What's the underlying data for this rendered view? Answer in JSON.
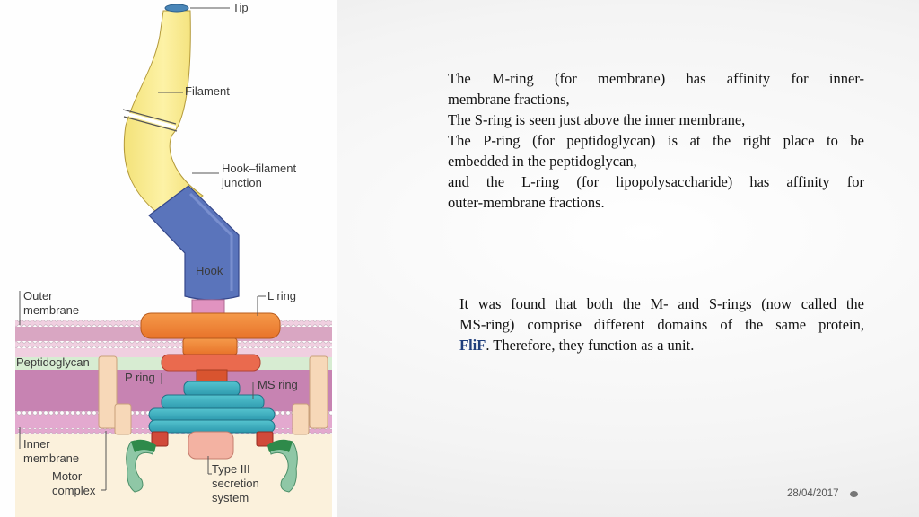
{
  "figure": {
    "labels": {
      "tip": "Tip",
      "filament": "Filament",
      "hook_filament_junction": [
        "Hook–filament",
        "junction"
      ],
      "hook": "Hook",
      "l_ring": "L ring",
      "outer_membrane": [
        "Outer",
        "membrane"
      ],
      "peptidoglycan": "Peptidoglycan",
      "p_ring": "P ring",
      "ms_ring": "MS ring",
      "inner_membrane": [
        "Inner",
        "membrane"
      ],
      "motor_complex": [
        "Motor",
        "complex"
      ],
      "type3": [
        "Type III",
        "secretion",
        "system"
      ]
    }
  },
  "text": {
    "para1_lines": [
      "The M-ring (for membrane) has affinity for inner-",
      "membrane fractions,",
      "The S-ring is seen just above the inner membrane,",
      "The P-ring (for peptidoglycan) is at the right place to be",
      "embedded in the peptidoglycan,",
      "and the L-ring (for lipopolysaccharide) has affinity for",
      "outer-membrane fractions."
    ],
    "para2_lines": [
      "It was found that both the M- and S-rings (now called the",
      "MS-ring) comprise different domains of the same protein,"
    ],
    "para2_last_bold": "FliF",
    "para2_last_rest": ". Therefore, they function as a unit."
  },
  "footer": {
    "date": "28/04/2017"
  }
}
